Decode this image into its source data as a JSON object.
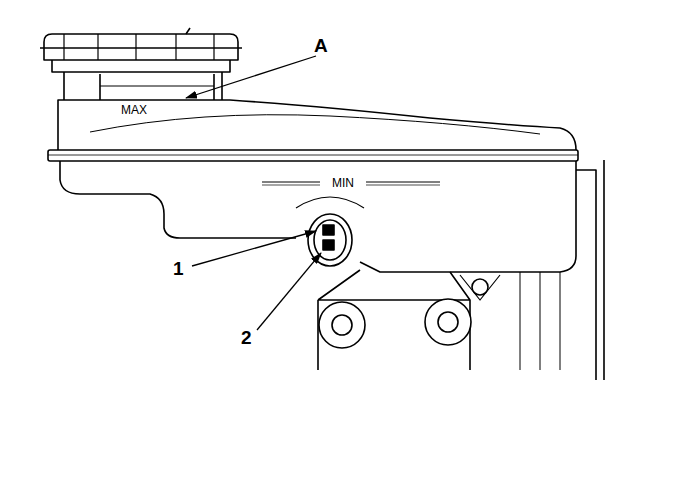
{
  "diagram": {
    "labels": [
      "A",
      "MAX",
      "MIN",
      "1",
      "2"
    ]
  }
}
